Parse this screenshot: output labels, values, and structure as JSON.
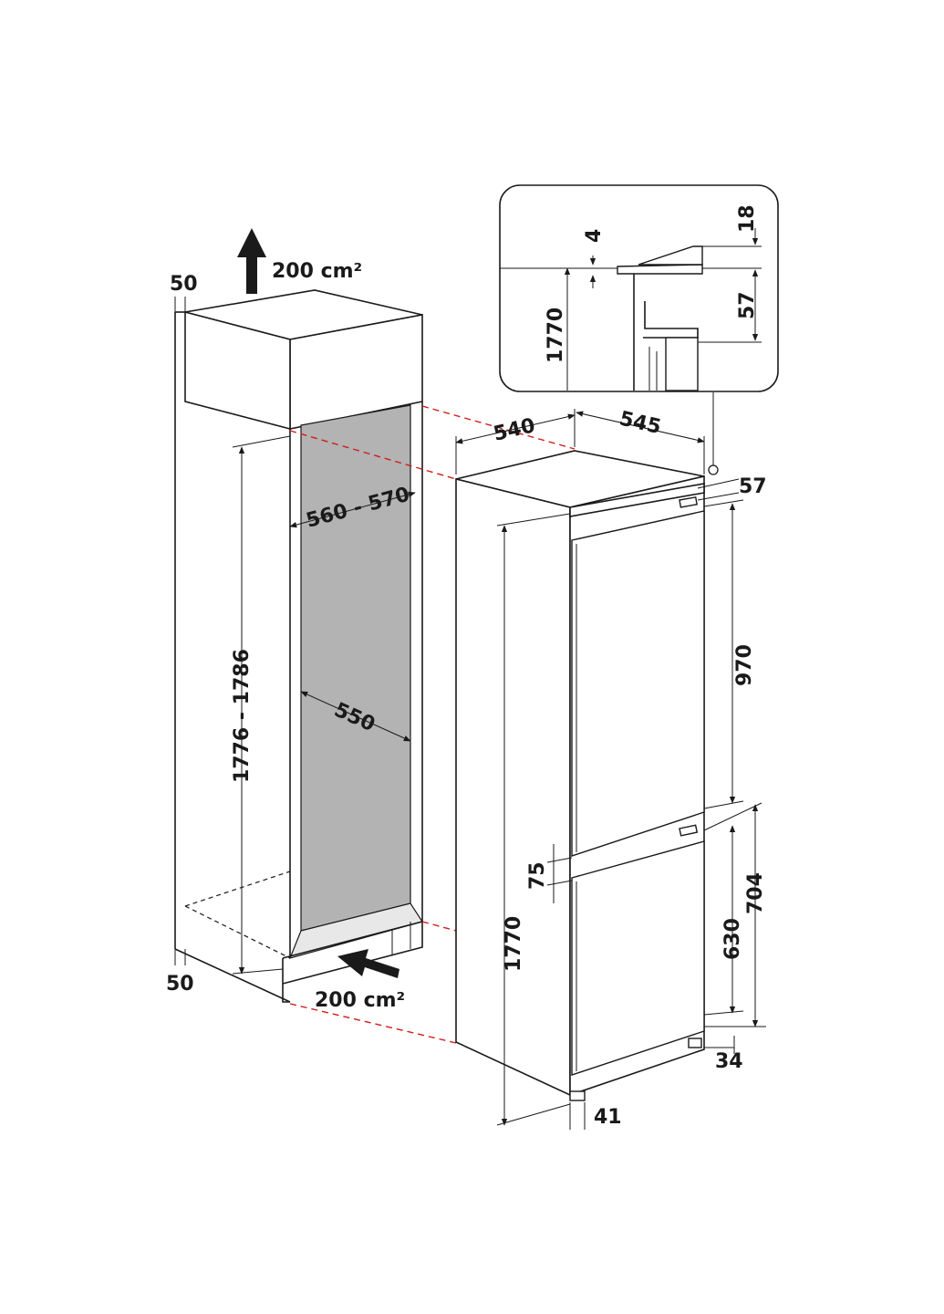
{
  "colors": {
    "line": "#1a1a1a",
    "cavity": "#b3b3b3",
    "guide": "#d01c1c",
    "background": "#ffffff"
  },
  "niche": {
    "vent_top": "200 cm²",
    "vent_bottom": "200 cm²",
    "side_gap_top": "50",
    "side_gap_bottom": "50",
    "height": "1776 - 1786",
    "width": "560 - 570",
    "depth": "550"
  },
  "appliance": {
    "width": "540",
    "depth": "545",
    "top_gap": "57",
    "upper_door": "970",
    "door_gap": "75",
    "total_height": "1770",
    "lower_door": "630",
    "lower_section": "704",
    "base_right": "34",
    "base_front": "41"
  },
  "detail": {
    "dim_4": "4",
    "dim_18": "18",
    "dim_57": "57",
    "dim_1770": "1770"
  }
}
